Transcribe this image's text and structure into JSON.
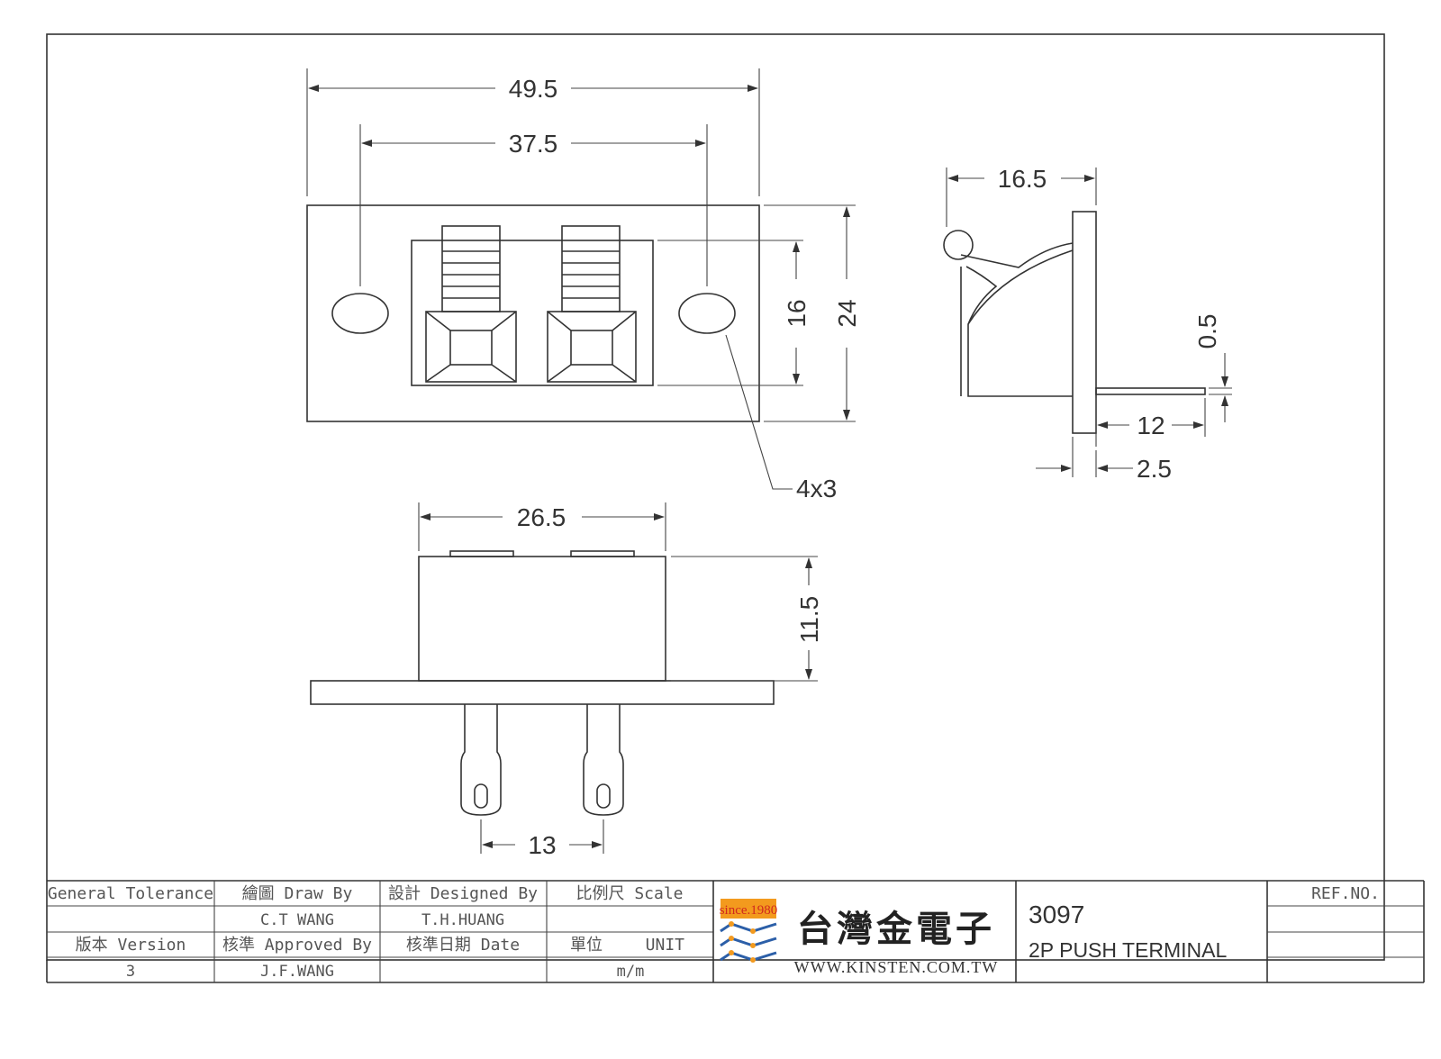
{
  "dimensions": {
    "overall_width": "49.5",
    "hole_pitch": "37.5",
    "overall_height": "24",
    "window_height": "16",
    "hole_size": "4x3",
    "body_width": "26.5",
    "body_height": "11.5",
    "pin_pitch": "13",
    "side_depth": "16.5",
    "pin_thickness": "0.5",
    "pin_length": "12",
    "flange_thickness": "2.5"
  },
  "title_block": {
    "general_tolerance": "General Tolerance",
    "draw_by_label": "繪圖 Draw By",
    "draw_by_value": "C.T  WANG",
    "designed_by_label": "設計 Designed By",
    "designed_by_value": "T.H.HUANG",
    "scale_label": "比例尺  Scale",
    "version_label": "版本 Version",
    "version_value": "3",
    "approved_by_label": "核準 Approved By",
    "approved_by_value": "J.F.WANG",
    "date_label": "核準日期  Date",
    "unit_label": "單位",
    "unit_label_en": "UNIT",
    "unit_value": "m/m",
    "company_since": "since.1980",
    "company_name": "台灣金電子",
    "company_url": "WWW.KINSTEN.COM.TW",
    "part_number": "3097",
    "part_name": "2P PUSH TERMINAL",
    "ref_no_label": "REF.NO."
  },
  "colors": {
    "logo_orange": "#f39a1e",
    "logo_blue": "#2c5fa8",
    "logo_red": "#d0281e"
  }
}
